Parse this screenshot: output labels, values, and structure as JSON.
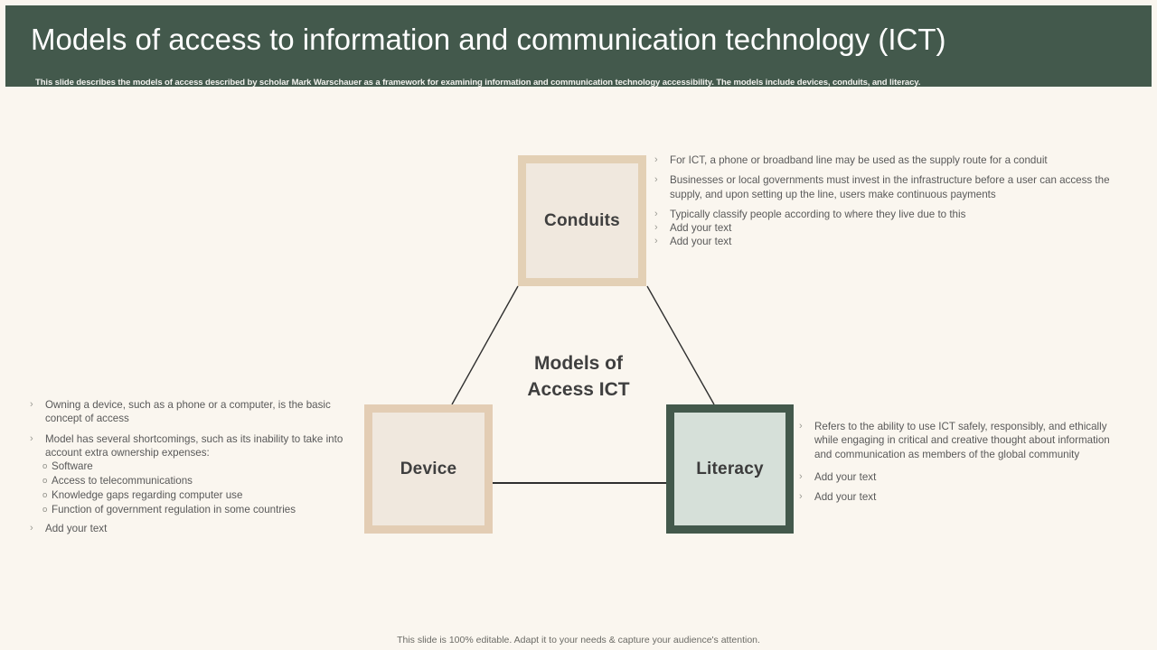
{
  "header": {
    "title": "Models of access to information and communication technology (ICT)",
    "subtitle": "This slide describes the models of access described by scholar Mark Warschauer as a framework for examining information and communication technology accessibility. The models include devices, conduits, and literacy.",
    "background_color": "#43594c",
    "title_color": "#ffffff"
  },
  "diagram": {
    "center_label_line1": "Models of",
    "center_label_line2": "Access ICT",
    "nodes": [
      {
        "id": "conduits",
        "label": "Conduits",
        "fill": "#f0e8de",
        "border": "#e3d0b5"
      },
      {
        "id": "device",
        "label": "Device",
        "fill": "#f0e8de",
        "border": "#e3cdb4"
      },
      {
        "id": "literacy",
        "label": "Literacy",
        "fill": "#d6e0d9",
        "border": "#43594c"
      }
    ],
    "connector_color": "#2f2f2f"
  },
  "bullet_marker": "›",
  "sub_marker": "o",
  "conduits_bullets": [
    "For ICT, a phone or broadband line may be used as the supply route for a conduit",
    "Businesses or local governments must invest in the infrastructure before a user can access the supply, and upon setting up the line, users make continuous payments",
    "Typically classify people according to where they live due to this",
    "Add your text",
    "Add your text"
  ],
  "device_bullets": [
    "Owning a device, such as a phone or a computer, is the basic concept of access",
    "Model has several shortcomings, such as its inability to take into account extra ownership expenses:",
    "Add your text"
  ],
  "device_sub_bullets": [
    "Software",
    "Access to telecommunications",
    "Knowledge gaps regarding computer use",
    "Function of government regulation in some countries"
  ],
  "literacy_bullets": [
    "Refers to the ability to use ICT safely, responsibly, and ethically while engaging in critical and creative thought about information and communication as members of the global community",
    "Add your text",
    "Add your text"
  ],
  "footer": {
    "note": "This slide is 100% editable. Adapt it to your needs & capture your audience's attention."
  }
}
